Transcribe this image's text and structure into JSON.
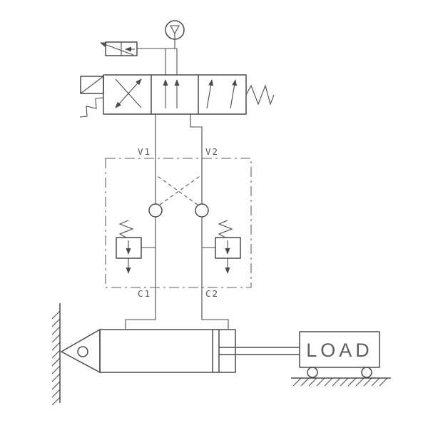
{
  "diagram": {
    "labels": {
      "port_v1": "V1",
      "port_v2": "V2",
      "port_c1": "C1",
      "port_c2": "C2",
      "load": "LOAD"
    }
  },
  "colors": {
    "line": "#4a4a4a",
    "label": "#555555",
    "background": "#ffffff"
  }
}
